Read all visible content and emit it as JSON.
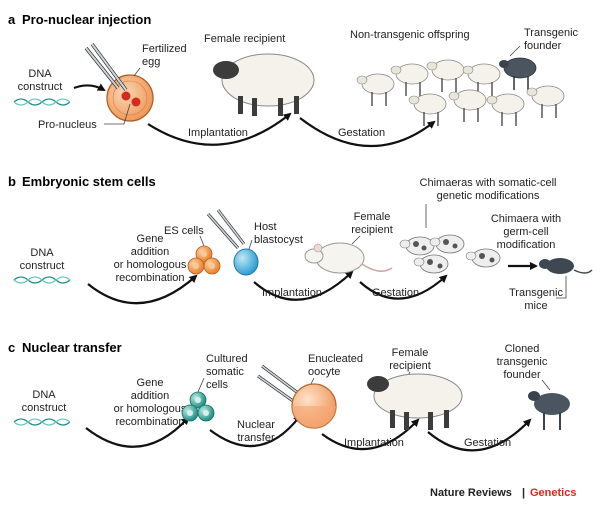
{
  "colors": {
    "accent_red": "#d52b1e",
    "dna_teal": "#1f8f8a",
    "egg_orange": "#f2a36a",
    "es_cell_orange": "#f29a4a",
    "blastocyst_blue": "#4fb6e0",
    "somatic_teal": "#2aa79b",
    "oocyte_peach": "#f6b48a",
    "wool": "#f4f2ea",
    "dark_animal": "#4a5560"
  },
  "icons": [
    "dna-helix-icon",
    "micropipette-icon",
    "sheep-icon",
    "mouse-icon",
    "cell-cluster-icon",
    "egg-icon"
  ],
  "sections": [
    {
      "letter": "a",
      "title": "Pro-nuclear injection",
      "labels": {
        "dna": [
          "DNA",
          "construct"
        ],
        "egg": [
          "Fertilized",
          "egg"
        ],
        "pronucleus": "Pro-nucleus",
        "recipient": "Female recipient",
        "offspring": "Non-transgenic offspring",
        "founder": [
          "Transgenic",
          "founder"
        ]
      },
      "steps": [
        "Implantation",
        "Gestation"
      ]
    },
    {
      "letter": "b",
      "title": "Embryonic stem cells",
      "labels": {
        "dna": [
          "DNA",
          "construct"
        ],
        "es_cells": "ES cells",
        "blastocyst": [
          "Host",
          "blastocyst"
        ],
        "recipient": [
          "Female",
          "recipient"
        ],
        "chimaeras_somatic": [
          "Chimaeras with somatic-cell",
          "genetic modifications"
        ],
        "chimaera_germ": [
          "Chimaera with",
          "germ-cell",
          "modification"
        ],
        "transgenic_mice": [
          "Transgenic",
          "mice"
        ]
      },
      "steps": [
        [
          "Gene",
          "addition",
          "or homologous",
          "recombination"
        ],
        "Implantation",
        "Gestation"
      ]
    },
    {
      "letter": "c",
      "title": "Nuclear transfer",
      "labels": {
        "dna": [
          "DNA",
          "construct"
        ],
        "somatic": [
          "Cultured",
          "somatic",
          "cells"
        ],
        "oocyte": [
          "Enucleated",
          "oocyte"
        ],
        "recipient": [
          "Female",
          "recipient"
        ],
        "cloned": [
          "Cloned",
          "transgenic",
          "founder"
        ]
      },
      "steps": [
        [
          "Gene",
          "addition",
          "or homologous",
          "recombination"
        ],
        [
          "Nuclear",
          "transfer"
        ],
        "Implantation",
        "Gestation"
      ]
    }
  ],
  "footer": {
    "publisher": "Nature Reviews",
    "separator": "|",
    "journal": "Genetics"
  }
}
